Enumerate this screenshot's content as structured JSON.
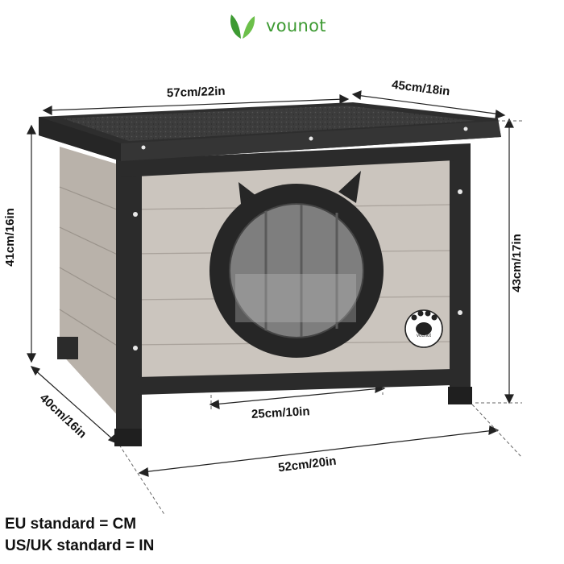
{
  "brand": {
    "name": "vounot",
    "icon": "leaf-logo-icon",
    "color": "#3d9a32"
  },
  "product": {
    "badge_icon": "paw-print-icon",
    "badge_text": "vounot"
  },
  "dimensions": {
    "top_length": "57cm/22in",
    "roof_depth": "45cm/18in",
    "left_height": "41cm/16in",
    "right_height": "43cm/17in",
    "door_width": "25cm/10in",
    "side_depth": "40cm/16in",
    "base_length": "52cm/20in"
  },
  "standards": {
    "eu": "EU standard = CM",
    "us_uk": "US/UK standard = IN"
  },
  "colors": {
    "frame": "#2b2b2b",
    "panel": "#c9c3bc",
    "roof": "#3a3a3a",
    "accent": "#3d9a32"
  }
}
